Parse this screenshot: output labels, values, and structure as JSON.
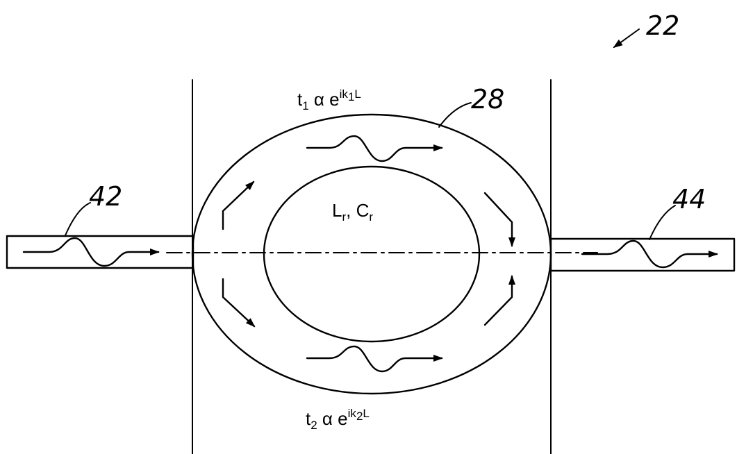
{
  "figure": {
    "ref_device": "22",
    "ref_ring": "28",
    "ref_input": "42",
    "ref_output": "44"
  },
  "labels": {
    "top_formula_base": "t",
    "top_formula_sub": "1",
    "top_formula_mid": " α e",
    "top_formula_sup": "ik",
    "top_formula_sup_sub": "1",
    "top_formula_sup_end": "L",
    "bottom_formula_base": "t",
    "bottom_formula_sub": "2",
    "bottom_formula_mid": " α e",
    "bottom_formula_sup": "ik",
    "bottom_formula_sup_sub": "2",
    "bottom_formula_sup_end": "L",
    "center_L": "L",
    "center_L_sub": "r",
    "center_comma": ", C",
    "center_C_sub": "r"
  }
}
